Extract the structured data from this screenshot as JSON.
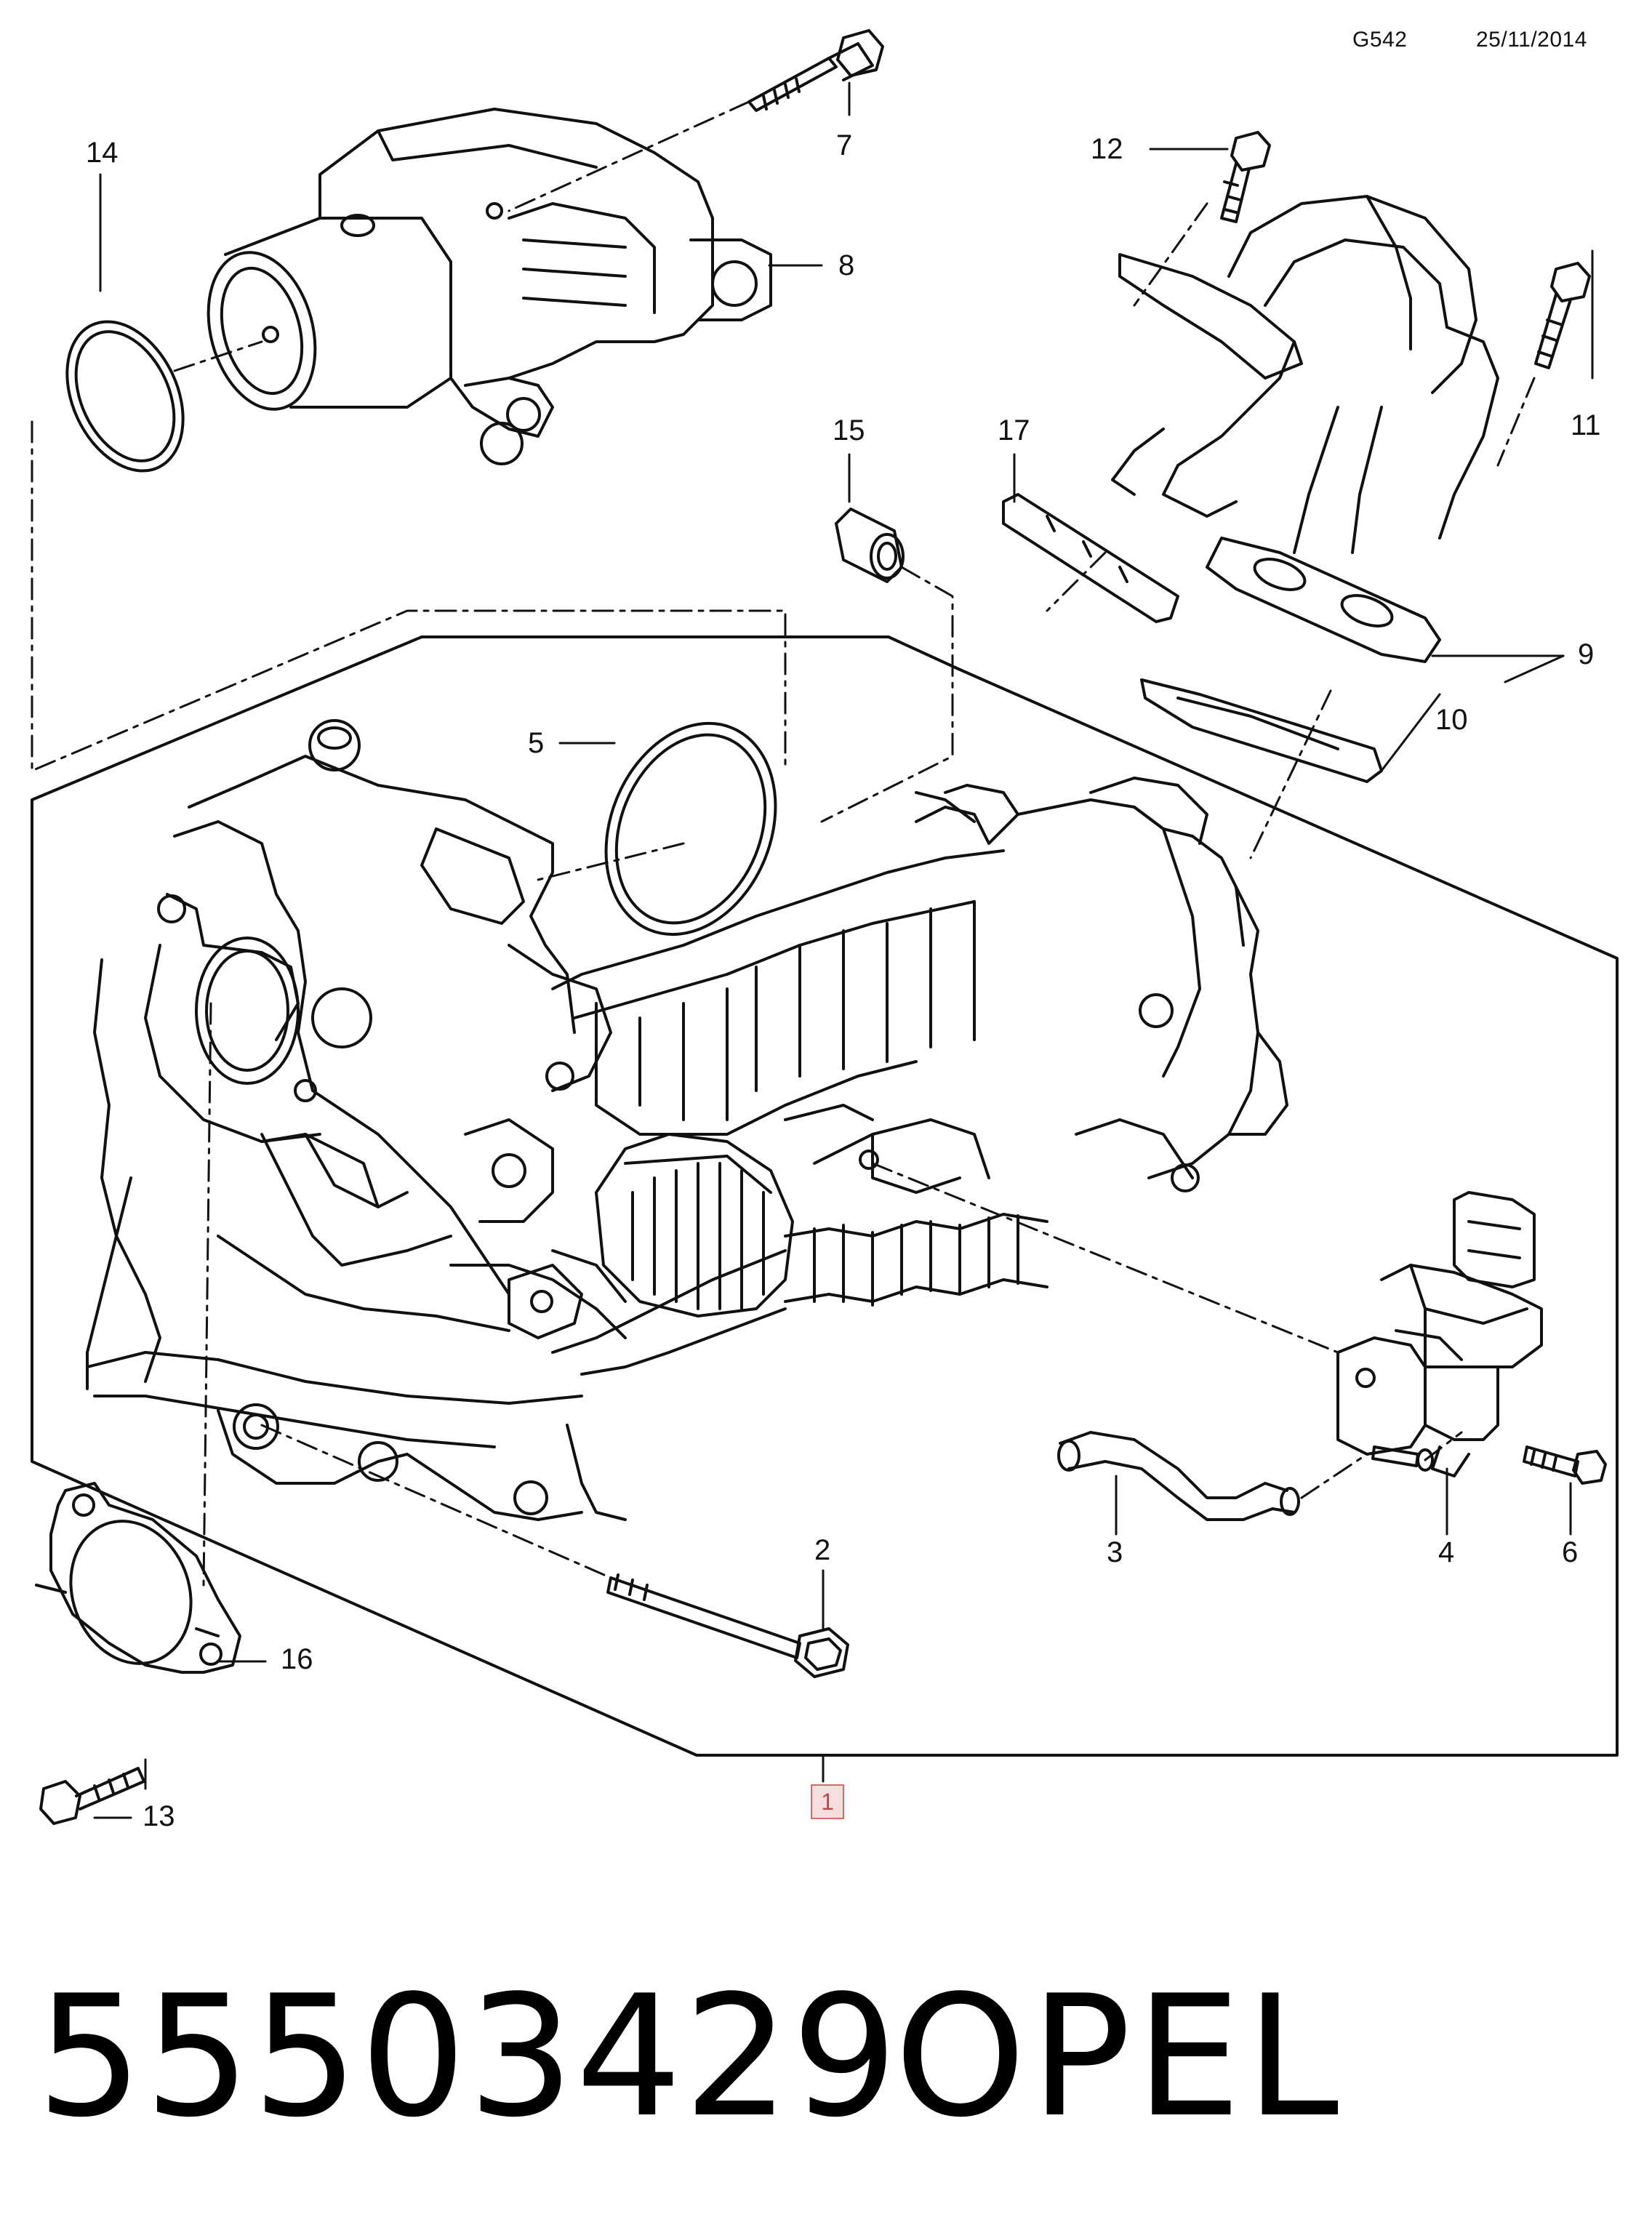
{
  "header": {
    "code": "G542",
    "date": "25/11/2014"
  },
  "callouts": {
    "c1": "1",
    "c2": "2",
    "c3": "3",
    "c4": "4",
    "c5": "5",
    "c6": "6",
    "c7": "7",
    "c8": "8",
    "c9": "9",
    "c10": "10",
    "c11": "11",
    "c12": "12",
    "c13": "13",
    "c14": "14",
    "c15": "15",
    "c16": "16",
    "c17": "17"
  },
  "footer": {
    "part_number": "55503429",
    "brand": "OPEL"
  },
  "colors": {
    "line": "#111111",
    "ref_box_border": "#d46a6a",
    "ref_box_fill": "#f7dede",
    "ref_box_text": "#c24646"
  }
}
